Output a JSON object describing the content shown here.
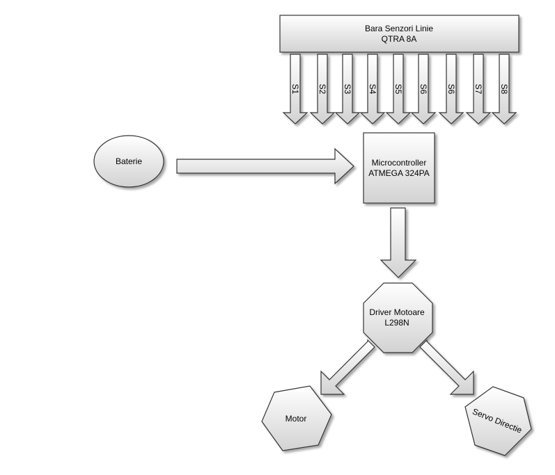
{
  "sensor_bar": {
    "line1": "Bara Senzori Linie",
    "line2": "QTRA 8A"
  },
  "sensors": [
    "S1",
    "S2",
    "S3",
    "S4",
    "S5",
    "S6",
    "S6",
    "S7",
    "S8"
  ],
  "battery": {
    "label": "Baterie"
  },
  "microcontroller": {
    "line1": "Microcontroller",
    "line2": "ATMEGA 324PA"
  },
  "driver": {
    "line1": "Driver Motoare",
    "line2": "L298N"
  },
  "motor": {
    "label": "Motor"
  },
  "servo": {
    "label": "Servo Directie"
  }
}
